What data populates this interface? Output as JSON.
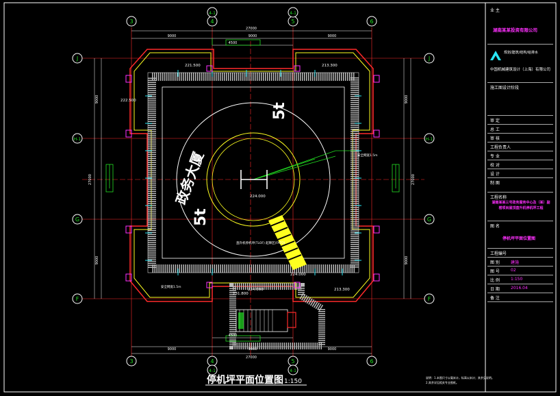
{
  "drawing": {
    "title": "停机坪平面位置图",
    "scale": "1:150",
    "note_line1": "说明：1.本图尺寸以毫米计，标高以米计；其余见说明。",
    "note_line2": "2.其余详见相关专业图纸。"
  },
  "grid": {
    "top": [
      "3",
      "4",
      "4-1",
      "5",
      "6"
    ],
    "rows": [
      "J",
      "H-1",
      "G",
      "F"
    ],
    "dims_top": [
      "27000",
      "9000",
      "9000",
      "9000",
      "4500"
    ],
    "dims_side": [
      "9000",
      "27000",
      "9000",
      "9000"
    ]
  },
  "labels": {
    "elev_a": "221.500",
    "elev_b": "213.300",
    "elev_c": "222.500",
    "elev_d": "224.000",
    "elev_e": "231.800",
    "elev_f": "213.300",
    "elev_g": "224.000",
    "helipad_H": "H",
    "helipad_elev": "224.000",
    "helipad_text": "直升机停机坪(TLOF) 起降区(FATO)",
    "big_chars": "政务大厦",
    "num_char": "5t",
    "marker_text": "安全网宽1.5m"
  },
  "title_block": {
    "owner_label": "业 主",
    "owner": "湖南某某投资有限公司",
    "designer_label": "规划/建筑/结构/给排水",
    "designer": "中国机械建筑设计（上海）有限公司",
    "stage_label": "施工图设计阶段",
    "rows": [
      {
        "label": "审 定",
        "value": ""
      },
      {
        "label": "总 工",
        "value": ""
      },
      {
        "label": "审 核",
        "value": ""
      },
      {
        "label": "工程负责人",
        "value": ""
      },
      {
        "label": "专 业",
        "value": ""
      },
      {
        "label": "校 对",
        "value": ""
      },
      {
        "label": "设 计",
        "value": ""
      },
      {
        "label": "制 图",
        "value": ""
      }
    ],
    "project_label": "工程名称",
    "project": "湖南某某三号政务服务中心及（某）副楼项目屋顶直升机停机坪工程",
    "drawing_label": "图 名",
    "drawing_name": "停机坪平面位置图",
    "number_label": "工程编号",
    "info": [
      {
        "label": "图 别",
        "value": "建施"
      },
      {
        "label": "图 号",
        "value": "02"
      },
      {
        "label": "比 例",
        "value": "1:150"
      },
      {
        "label": "日 期",
        "value": "2016.04"
      },
      {
        "label": "备 注",
        "value": ""
      }
    ]
  },
  "colors": {
    "grid_red": "#ff2a2a",
    "cyan": "#29e6f5",
    "yellow": "#ffff20",
    "green": "#22e022",
    "white": "#ffffff",
    "magenta": "#ff30ff"
  }
}
